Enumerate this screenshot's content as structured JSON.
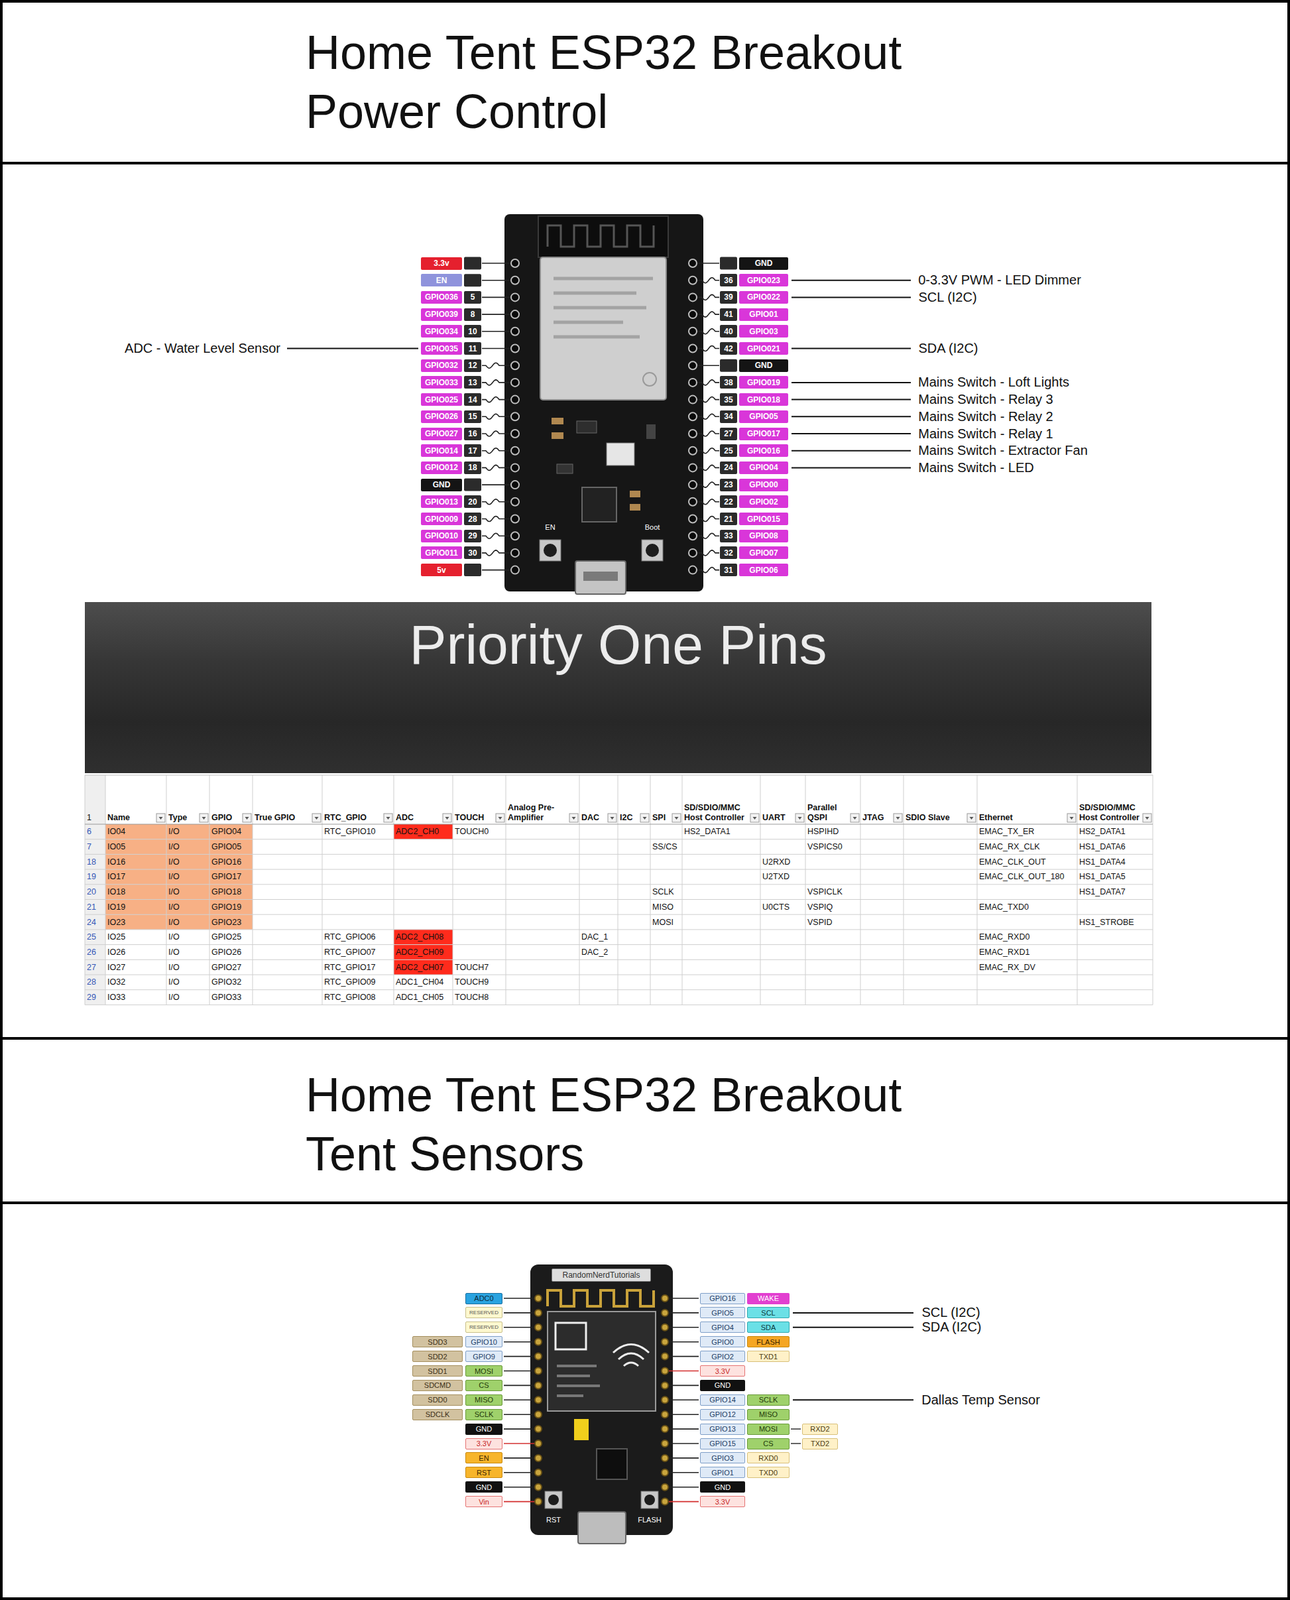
{
  "diagram": {
    "nodes": [
      {
        "text": [
          "Home Tent ESP32 Breakout Power Control"
        ]
      },
      {
        "text": [
          "Priority One Pins"
        ]
      },
      {
        "text": [
          "Home Tent ESP32 Breakout Tent Sensors"
        ]
      }
    ],
    "labels": [
      "3.3v",
      "EN",
      "GPIO036",
      "5",
      "GPIO039",
      "8",
      "GPIO034",
      "10",
      "GPIO035",
      "11",
      "GPIO032",
      "12",
      "GPIO033",
      "13",
      "GPIO025",
      "14",
      "GPIO026",
      "15",
      "GPIO027",
      "16",
      "GPIO014",
      "17",
      "GPIO012",
      "18",
      "GND",
      "GPIO013",
      "20",
      "GPIO009",
      "28",
      "GPIO010",
      "29",
      "GPIO011",
      "30",
      "5v",
      "GND",
      "36",
      "GPIO023",
      "39",
      "GPIO022",
      "41",
      "GPIO01",
      "40",
      "GPIO03",
      "42",
      "GPIO021",
      "GND",
      "38",
      "GPIO019",
      "35",
      "GPIO018",
      "34",
      "GPIO05",
      "27",
      "GPIO017",
      "25",
      "GPIO016",
      "24",
      "GPIO04",
      "23",
      "GPIO00",
      "22",
      "GPIO02",
      "21",
      "GPIO015",
      "33",
      "GPIO08",
      "32",
      "GPIO07",
      "31",
      "GPIO06",
      "ADC - Water Level Sensor",
      "0-3.3V PWM - LED Dimmer",
      "SCL (I2C)",
      "SDA (I2C)",
      "Mains Switch - Loft Lights",
      "Mains Switch - Relay 3",
      "Mains Switch - Relay 2",
      "Mains Switch - Relay 1",
      "Mains Switch - Extractor Fan",
      "Mains Switch - LED",
      "EN",
      "Boot",
      "1",
      "Name",
      "Type",
      "GPIO",
      "True GPIO",
      "RTC_GPIO",
      "ADC",
      "TOUCH",
      "Analog Pre-Amplifier",
      "DAC",
      "I2C",
      "SPI",
      "SD/SDIO/MMC Host Controller",
      "UART",
      "Parallel QSPI",
      "JTAG",
      "SDIO Slave",
      "Ethernet",
      "SD/SDIO/MMC Host Controller",
      "6",
      "IO04",
      "I/O",
      "GPIO04",
      "RTC_GPIO10",
      "ADC2_CH0",
      "TOUCH0",
      "HS2_DATA1",
      "HSPIHD",
      "EMAC_TX_ER",
      "HS2_DATA1",
      "7",
      "IO05",
      "I/O",
      "GPIO05",
      "SS/CS",
      "VSPICS0",
      "EMAC_RX_CLK",
      "HS1_DATA6",
      "18",
      "IO16",
      "I/O",
      "GPIO16",
      "U2RXD",
      "EMAC_CLK_OUT",
      "HS1_DATA4",
      "19",
      "IO17",
      "I/O",
      "GPIO17",
      "U2TXD",
      "EMAC_CLK_OUT_180",
      "HS1_DATA5",
      "20",
      "IO18",
      "I/O",
      "GPIO18",
      "SCLK",
      "VSPICLK",
      "HS1_DATA7",
      "21",
      "IO19",
      "I/O",
      "GPIO19",
      "MISO",
      "U0CTS",
      "VSPIQ",
      "EMAC_TXD0",
      "24",
      "IO23",
      "I/O",
      "GPIO23",
      "MOSI",
      "VSPID",
      "HS1_STROBE",
      "25",
      "IO25",
      "I/O",
      "GPIO25",
      "RTC_GPIO06",
      "ADC2_CH08",
      "DAC_1",
      "EMAC_RXD0",
      "26",
      "IO26",
      "I/O",
      "GPIO26",
      "RTC_GPIO07",
      "ADC2_CH09",
      "DAC_2",
      "EMAC_RXD1",
      "27",
      "IO27",
      "I/O",
      "GPIO27",
      "RTC_GPIO17",
      "ADC2_CH07",
      "TOUCH7",
      "EMAC_RX_DV",
      "28",
      "IO32",
      "I/O",
      "GPIO32",
      "RTC_GPIO09",
      "ADC1_CH04",
      "TOUCH9",
      "29",
      "IO33",
      "I/O",
      "GPIO33",
      "RTC_GPIO08",
      "ADC1_CH05",
      "TOUCH8",
      "RandomNerdTutorials",
      "RST",
      "FLASH",
      "ADC0",
      "RESERVED",
      "RESERVED",
      "GPIO10",
      "SDD3",
      "GPIO9",
      "SDD2",
      "MOSI",
      "SDD1",
      "CS",
      "SDCMD",
      "MISO",
      "SDD0",
      "SCLK",
      "SDCLK",
      "GND",
      "3.3V",
      "EN",
      "RST",
      "GND",
      "Vin",
      "GPIO16",
      "WAKE",
      "GPIO5",
      "SCL",
      "GPIO4",
      "SDA",
      "GPIO0",
      "FLASH",
      "GPIO2",
      "TXD1",
      "3.3V",
      "GND",
      "GPIO14",
      "SCLK",
      "GPIO12",
      "MISO",
      "GPIO13",
      "MOSI",
      "RXD2",
      "GPIO15",
      "CS",
      "TXD2",
      "GPIO3",
      "RXD0",
      "GPIO1",
      "TXD0",
      "GND",
      "3.3V",
      "SCL (I2C)",
      "SDA (I2C)",
      "Dallas Temp Sensor"
    ]
  }
}
